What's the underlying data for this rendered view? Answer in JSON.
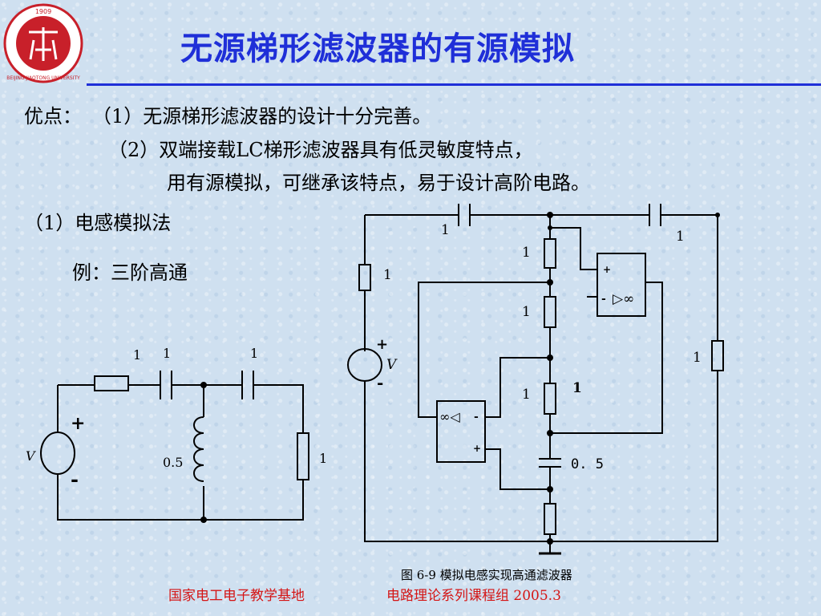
{
  "logo": {
    "year": "1909",
    "ring_text": "BEIJING JIAOTONG UNIVERSITY"
  },
  "title": "无源梯形滤波器的有源模拟",
  "content": {
    "adv_label": "优点：",
    "adv1": "（1）无源梯形滤波器的设计十分完善。",
    "adv2": "（2）双端接载LC梯形滤波器具有低灵敏度特点，",
    "adv3": "用有源模拟，可继承该特点，易于设计高阶电路。",
    "method": "（1）电感模拟法",
    "example": "例：三阶高通"
  },
  "left_circuit": {
    "source": "V",
    "r_series": "1",
    "c1": "1",
    "c2": "1",
    "inductor": "0.5",
    "r_load": "1",
    "plus": "+",
    "minus": "-"
  },
  "right_circuit": {
    "c_top_left": "1",
    "c_top_right": "1",
    "r_source": "1",
    "source": "V",
    "r_chain_1": "1",
    "r_chain_2": "1",
    "r_chain_3": "1",
    "r_chain_3_bold": "1",
    "r_load": "1",
    "cap_mid": "0. 5",
    "opamp_sym": "▷∞",
    "opamp_sym2": "∞◁",
    "plus": "+",
    "minus": "-"
  },
  "figure_caption": "图 6-9    模拟电感实现高通滤波器",
  "footer": {
    "left": "国家电工电子教学基地",
    "right": "电路理论系列课程组  2005.3"
  },
  "colors": {
    "title": "#1f2fd8",
    "footer": "#d51515",
    "logo": "#c8202a"
  }
}
